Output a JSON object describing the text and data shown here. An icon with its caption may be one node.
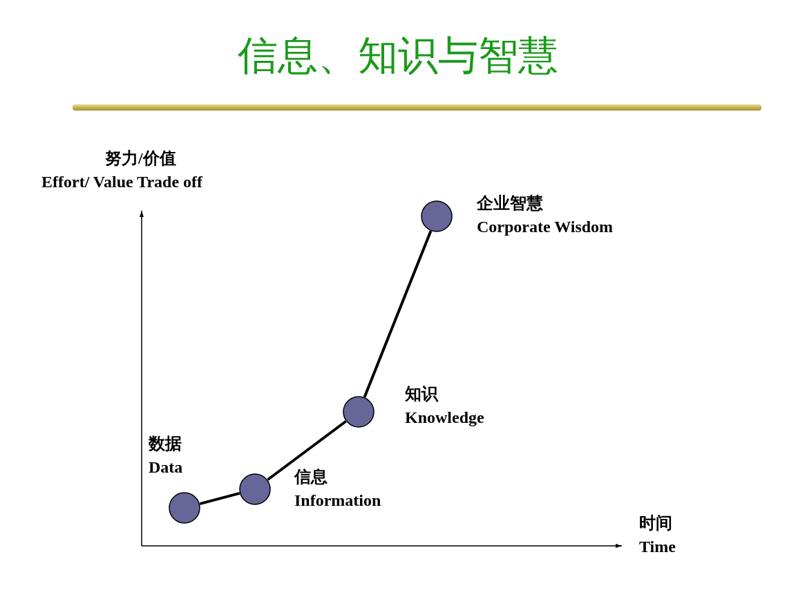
{
  "diagram": {
    "title": "信息、知识与智慧",
    "nodes": [
      {
        "text": [],
        "shape": "circle",
        "beside": [
          "数据",
          "Data"
        ]
      },
      {
        "text": [],
        "shape": "circle",
        "beside": [
          "信息",
          "Information"
        ]
      },
      {
        "text": [],
        "shape": "circle",
        "beside": [
          "知识",
          "Knowledge"
        ]
      },
      {
        "text": [],
        "shape": "circle",
        "beside": [
          "企业智慧",
          "Corporate Wisdom"
        ]
      }
    ],
    "edges": [
      {
        "from": 0,
        "to": 1,
        "arrow": "none"
      },
      {
        "from": 1,
        "to": 2,
        "arrow": "none"
      },
      {
        "from": 2,
        "to": 3,
        "arrow": "none"
      }
    ],
    "labels": [
      "努力/价值",
      "Effort/ Value Trade off",
      "时间",
      "Time"
    ]
  }
}
